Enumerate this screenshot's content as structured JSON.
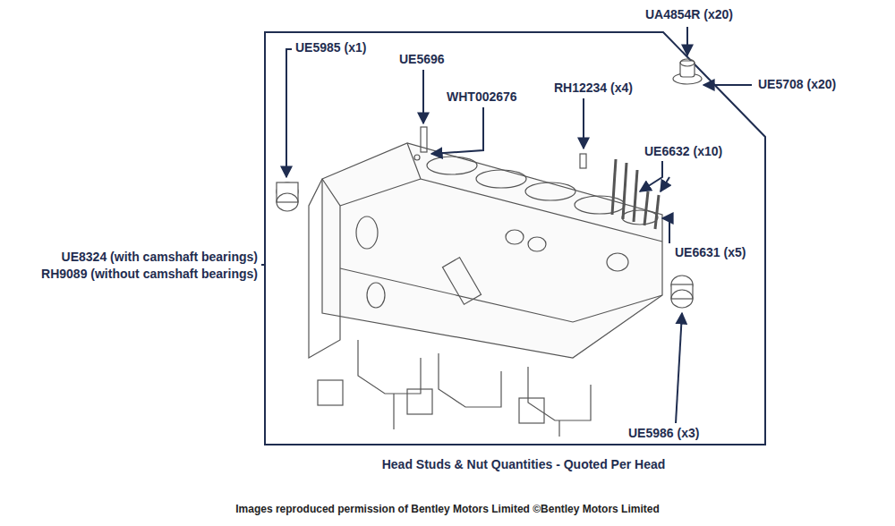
{
  "diagram": {
    "caption": "Head Studs & Nut Quantities - Quoted Per Head",
    "labels": [
      "UA4854R (x20)",
      "UE5708 (x20)",
      "UE5985 (x1)",
      "UE5696",
      "WHT002676",
      "RH12234 (x4)",
      "UE6632 (x10)",
      "UE6631 (x5)",
      "UE8324 (with camshaft bearings)",
      "RH9089 (without camshaft bearings)",
      "UE5986 (x3)",
      "Images reproduced permission of Bentley Motors Limited ©Bentley Motors Limited"
    ]
  }
}
